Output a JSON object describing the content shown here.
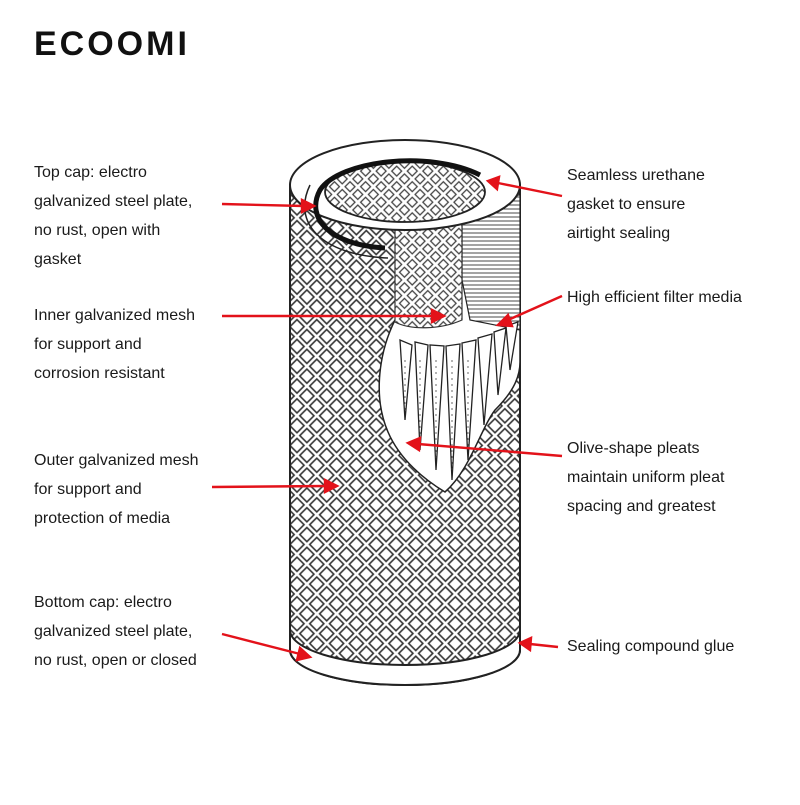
{
  "brand": "ECOOMI",
  "colors": {
    "arrow": "#e3121a",
    "line": "#222222",
    "background": "#ffffff"
  },
  "labels": {
    "top_cap": [
      "Top cap: electro",
      "galvanized steel plate,",
      "no rust, open with",
      "gasket"
    ],
    "inner_mesh": [
      "Inner galvanized mesh",
      "for support and",
      "corrosion resistant"
    ],
    "outer_mesh": [
      "Outer galvanized mesh",
      "for support and",
      "protection of media"
    ],
    "bottom_cap": [
      "Bottom cap: electro",
      "galvanized steel plate,",
      "no rust, open or closed"
    ],
    "gasket": [
      "Seamless urethane",
      "gasket to ensure",
      "airtight sealing"
    ],
    "filter_media": [
      "High efficient filter media"
    ],
    "pleats": [
      "Olive-shape pleats",
      "maintain uniform pleat",
      "spacing and greatest"
    ],
    "glue": [
      "Sealing compound glue"
    ]
  }
}
